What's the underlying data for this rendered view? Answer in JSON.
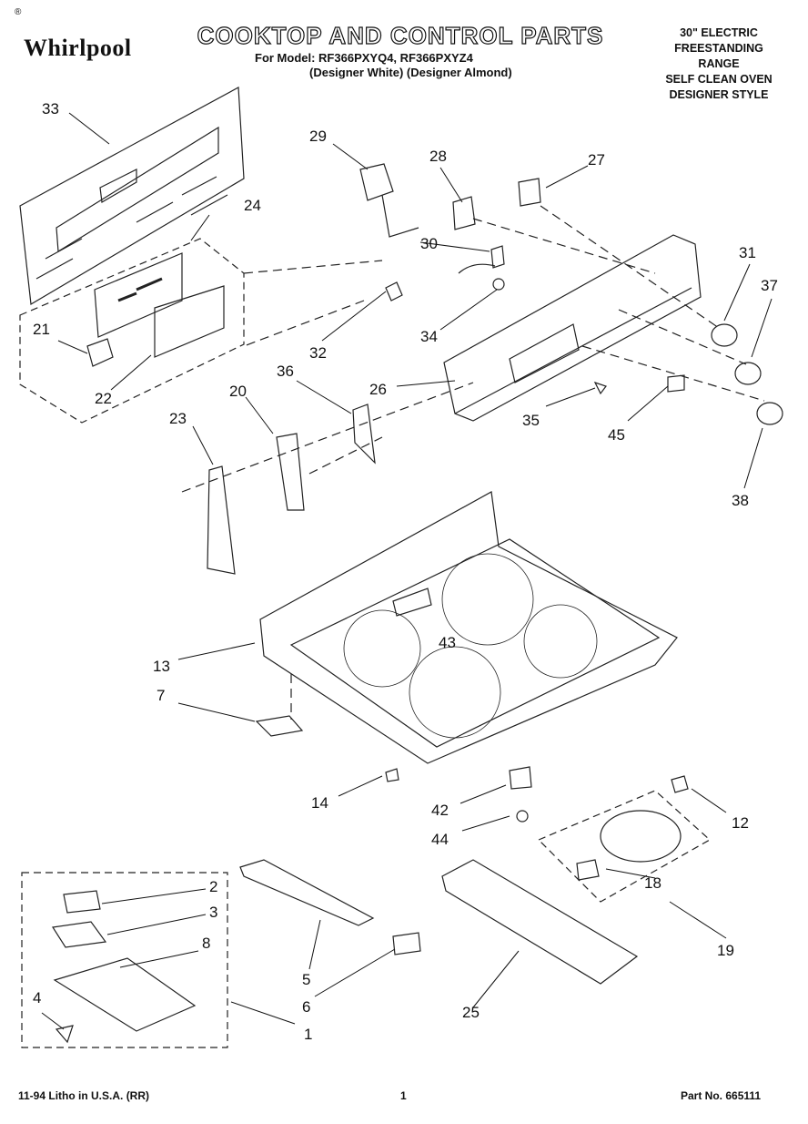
{
  "brand": {
    "name": "Whirlpool",
    "mark": "®"
  },
  "header": {
    "title": "COOKTOP AND CONTROL PARTS",
    "model_line": "For Model: RF366PXYQ4, RF366PXYZ4",
    "variant_line": "(Designer White) (Designer Almond)"
  },
  "spec": [
    "30\" ELECTRIC",
    "FREESTANDING",
    "RANGE",
    "SELF CLEAN OVEN",
    "DESIGNER STYLE"
  ],
  "callouts": [
    "33",
    "29",
    "28",
    "27",
    "24",
    "30",
    "31",
    "37",
    "21",
    "32",
    "34",
    "22",
    "36",
    "26",
    "35",
    "45",
    "20",
    "23",
    "38",
    "43",
    "13",
    "7",
    "14",
    "42",
    "12",
    "44",
    "18",
    "19",
    "2",
    "3",
    "8",
    "4",
    "5",
    "6",
    "1",
    "25"
  ],
  "footer": {
    "left": "11-94 Litho in U.S.A. (RR)",
    "page": "1",
    "part": "Part No. 665111"
  }
}
